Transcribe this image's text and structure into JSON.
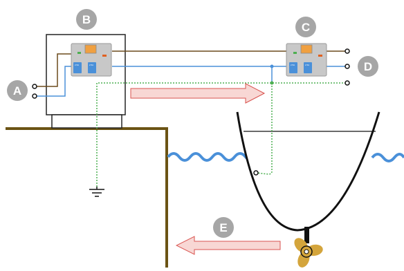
{
  "badges": {
    "a": "A",
    "b": "B",
    "c": "C",
    "d": "D",
    "e": "E"
  },
  "colors": {
    "live_wire": "#6b4a1c",
    "neutral_wire": "#4a90d9",
    "earth_wire": "#4caf50",
    "shore": "#6b5314",
    "water": "#4a90d9",
    "badge": "#a6a6a6",
    "arrow_fill": "#f8d7d4",
    "arrow_stroke": "#d9534f",
    "propeller": "#d4a53c",
    "module_body": "#c8c8c8",
    "module_display": "#f0a040",
    "module_breaker": "#4a90d9"
  },
  "module_left": {
    "breaker_labels": [
      "2.5A",
      "2.5A"
    ]
  },
  "module_right": {
    "breaker_labels": [
      "2.5A",
      "2.5A"
    ]
  },
  "icons": {
    "ground": "ground-symbol-icon",
    "propeller": "propeller-icon",
    "arrow_right": "arrow-right-icon",
    "arrow_left": "arrow-left-icon"
  }
}
